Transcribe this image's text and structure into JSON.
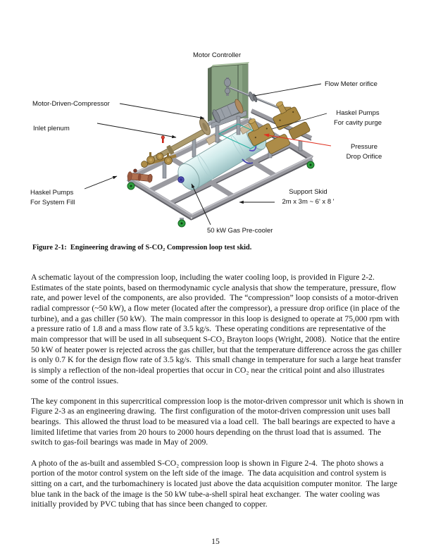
{
  "page": {
    "number": "15"
  },
  "figure": {
    "caption": "Figure 2-1:  Engineering drawing of S-CO₂ Compression loop test skid.",
    "labels": {
      "motor_controller": "Motor Controller",
      "flow_meter": "Flow Meter orifice",
      "compressor": "Motor-Driven-Compressor",
      "haskel_cavity_1": "Haskel Pumps",
      "haskel_cavity_2": "For cavity purge",
      "inlet_plenum": "Inlet plenum",
      "pressure_1": "Pressure",
      "pressure_2": "Drop Orifice",
      "haskel_fill_1": "Haskel Pumps",
      "haskel_fill_2": "For System Fill",
      "support_skid_1": "Support Skid",
      "support_skid_2": "2m x 3m ~ 6' x 8 '",
      "precooler": "50 kW Gas Pre-cooler"
    },
    "colors": {
      "panel": "#8ba585",
      "panel-dark": "#5c6f58",
      "frame": "#9a9aa0",
      "frame-light": "#c2c2c8",
      "frame-dark": "#5f5f65",
      "tank": "#cfeaea",
      "brass": "#ad8c48",
      "tan": "#ab9a6e",
      "copper": "#b07050",
      "caster": "#2e9e3e",
      "steel": "#9aa0a8",
      "teal": "#25b2a2",
      "leader": "#1a1a1a",
      "accent-red": "#e03222",
      "purple": "#5050b4"
    }
  },
  "body": {
    "paragraphs": [
      "A schematic layout of the compression loop, including the water cooling loop, is provided in Figure 2-2.  Estimates of the state points, based on thermodynamic cycle analysis that show the temperature, pressure, flow rate, and power level of the components, are also provided.  The “compression” loop consists of a motor-driven radial compressor (~50 kW), a flow meter (located after the compressor), a pressure drop orifice (in place of the turbine), and a gas chiller (50 kW).  The main compressor in this loop is designed to operate at 75,000 rpm with a pressure ratio of 1.8 and a mass flow rate of 3.5 kg/s.  These operating conditions are representative of the main compressor that will be used in all subsequent S-CO₂ Brayton loops (Wright, 2008).  Notice that the entire 50 kW of heater power is rejected across the gas chiller, but that the temperature difference across the gas chiller is only 0.7 K for the design flow rate of 3.5 kg/s.  This small change in temperature for such a large heat transfer is simply a reflection of the non-ideal properties that occur in CO₂ near the critical point and also illustrates some of the control issues.",
      "The key component in this supercritical compression loop is the motor-driven compressor unit which is shown in Figure 2-3 as an engineering drawing.  The first configuration of the motor-driven compression unit uses ball bearings.  This allowed the thrust load to be measured via a load cell.  The ball bearings are expected to have a limited lifetime that varies from 20 hours to 2000 hours depending on the thrust load that is assumed.  The switch to gas-foil bearings was made in May of 2009.",
      "A photo of the as-built and assembled S-CO₂ compression loop is shown in Figure 2-4.  The photo shows a portion of the motor control system on the left side of the image.  The data acquisition and control system is sitting on a cart, and the turbomachinery is located just above the data acquisition computer monitor.  The large blue tank in the back of the image is the 50 kW tube-a-shell spiral heat exchanger.  The water cooling was initially provided by PVC tubing that has since been changed to copper."
    ]
  }
}
